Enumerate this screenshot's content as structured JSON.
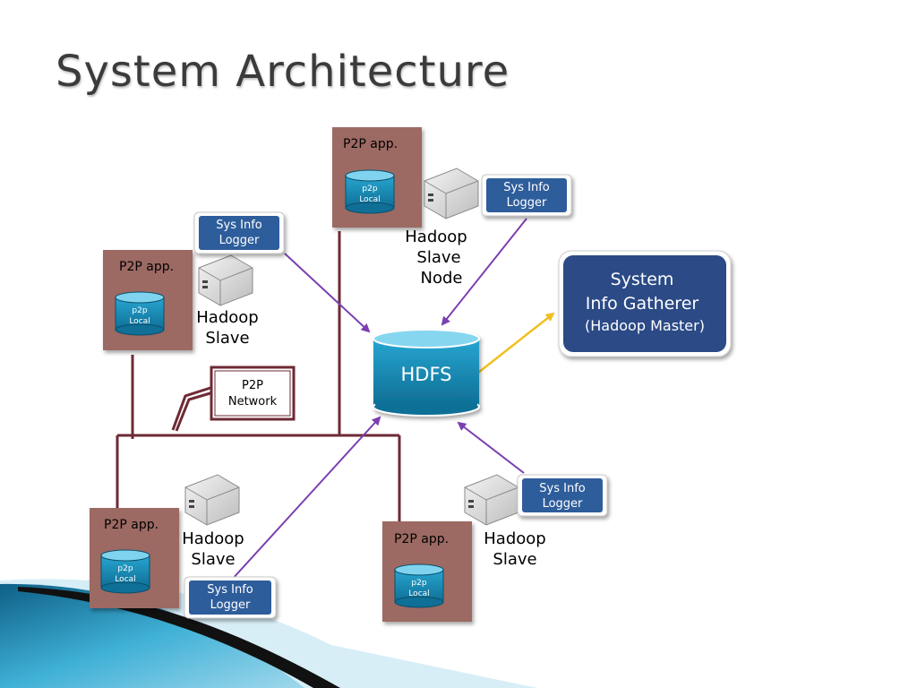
{
  "title": "System Architecture",
  "colors": {
    "app_box": "#9c6b63",
    "p2p_line": "#6e2a35",
    "arrow_purple": "#7a3fb0",
    "arrow_yellow": "#f0c020",
    "logger_fill": "#2e5d9b",
    "gatherer_fill": "#2b4a86",
    "hdfs_fill": "#1a8fb8"
  },
  "labels": {
    "p2p_app": "P2P app.",
    "p2p_local_1": "p2p",
    "p2p_local_2": "Local",
    "logger_1": "Sys Info",
    "logger_2": "Logger",
    "hadoop": "Hadoop",
    "slave": "Slave",
    "node": "Node",
    "hdfs": "HDFS",
    "gatherer_1": "System",
    "gatherer_2": "Info Gatherer",
    "gatherer_3": "(Hadoop Master)",
    "network_1": "P2P",
    "network_2": "Network"
  }
}
